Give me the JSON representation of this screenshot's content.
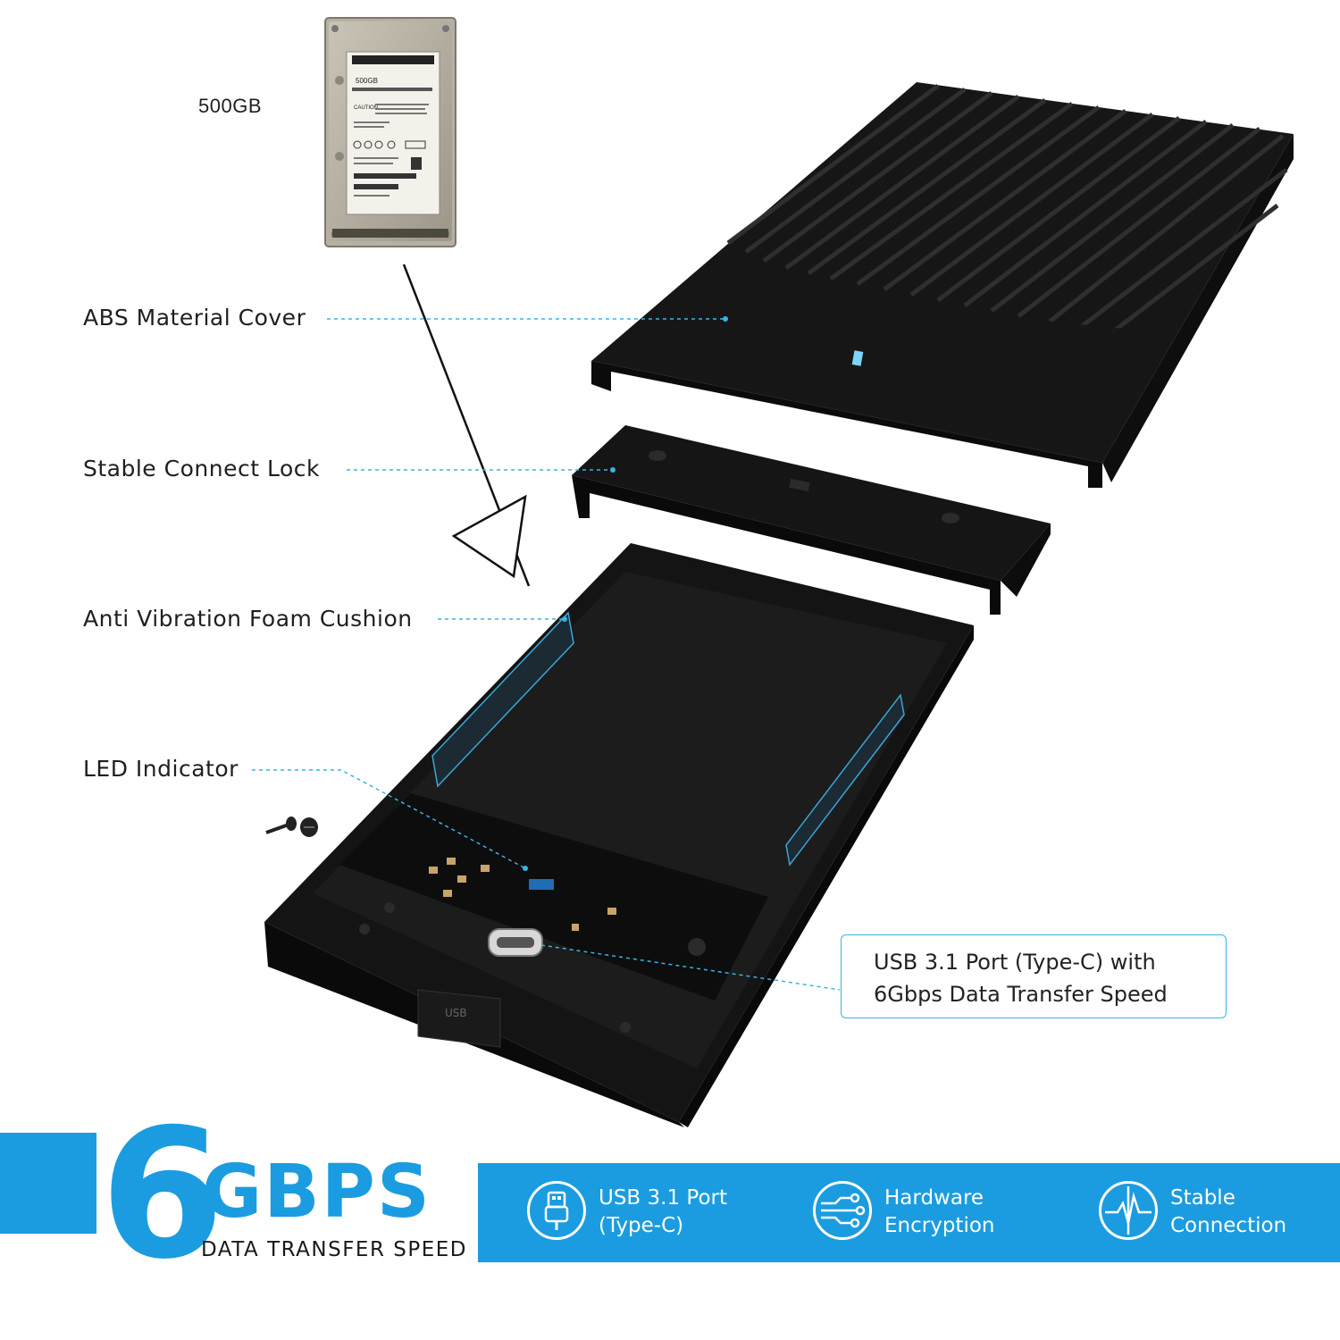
{
  "callouts": {
    "capacity": "500GB",
    "cover": "ABS Material Cover",
    "lock": "Stable Connect Lock",
    "foam": "Anti Vibration Foam Cushion",
    "led": "LED Indicator",
    "usb_port": {
      "line1": "USB 3.1 Port (Type-C) with",
      "line2": "6Gbps Data Transfer Speed"
    }
  },
  "product_marks": {
    "hdd_label_capacity": "500GB",
    "hdd_caution": "CAUTION",
    "enclosure_port_label": "USB"
  },
  "banner": {
    "big_number": "6",
    "unit": "GBPS",
    "subtitle": "DATA TRANSFER SPEED",
    "features": [
      {
        "icon": "usb-plug-icon",
        "line1": "USB 3.1 Port",
        "line2": "(Type-C)"
      },
      {
        "icon": "circuit-icon",
        "line1": "Hardware",
        "line2": "Encryption"
      },
      {
        "icon": "pulse-icon",
        "line1": "Stable",
        "line2": "Connection"
      }
    ]
  },
  "colors": {
    "accent_blue": "#1b9ce0",
    "leader_line": "#3bb3e3",
    "enclosure_black": "#151515",
    "text": "#1f1f1f"
  }
}
